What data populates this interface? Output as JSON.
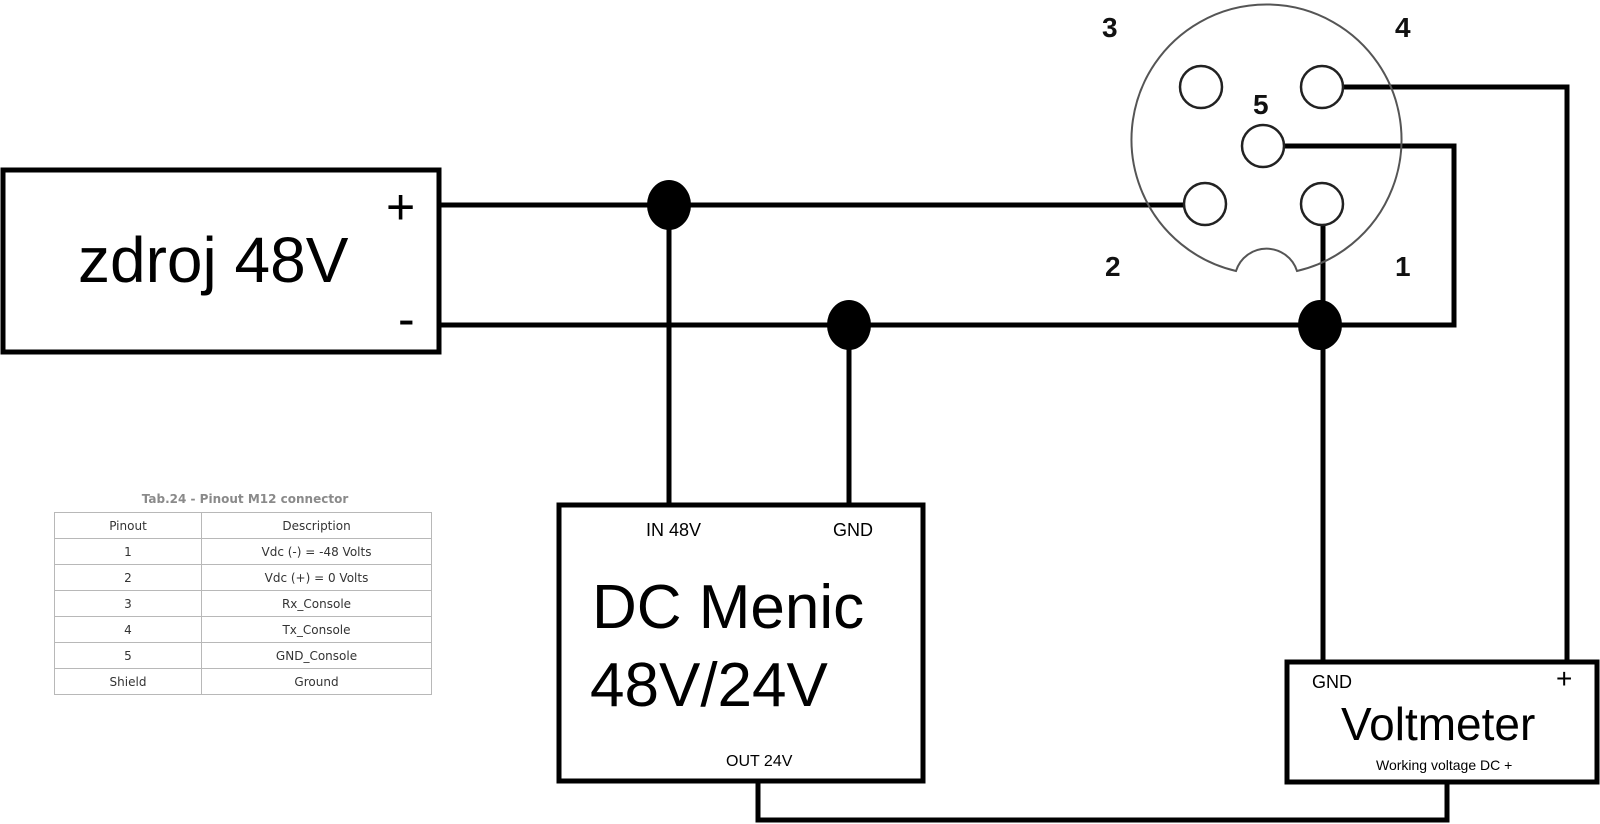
{
  "power_supply": {
    "label": "zdroj 48V",
    "plus": "+",
    "minus": "-"
  },
  "converter": {
    "title_line1": "DC Menic",
    "title_line2": "48V/24V",
    "in_label": "IN 48V",
    "gnd_label": "GND",
    "out_label": "OUT 24V"
  },
  "voltmeter": {
    "title": "Voltmeter",
    "gnd_label": "GND",
    "plus_label": "+",
    "note": "Working voltage DC +"
  },
  "connector": {
    "pin_numbers": [
      "1",
      "2",
      "3",
      "4",
      "5"
    ]
  },
  "pinout_table": {
    "title": "Tab.24 - Pinout M12 connector",
    "headers": [
      "Pinout",
      "Description"
    ],
    "rows": [
      [
        "1",
        "Vdc (-) = -48 Volts"
      ],
      [
        "2",
        "Vdc (+) = 0 Volts"
      ],
      [
        "3",
        "Rx_Console"
      ],
      [
        "4",
        "Tx_Console"
      ],
      [
        "5",
        "GND_Console"
      ],
      [
        "Shield",
        "Ground"
      ]
    ]
  }
}
